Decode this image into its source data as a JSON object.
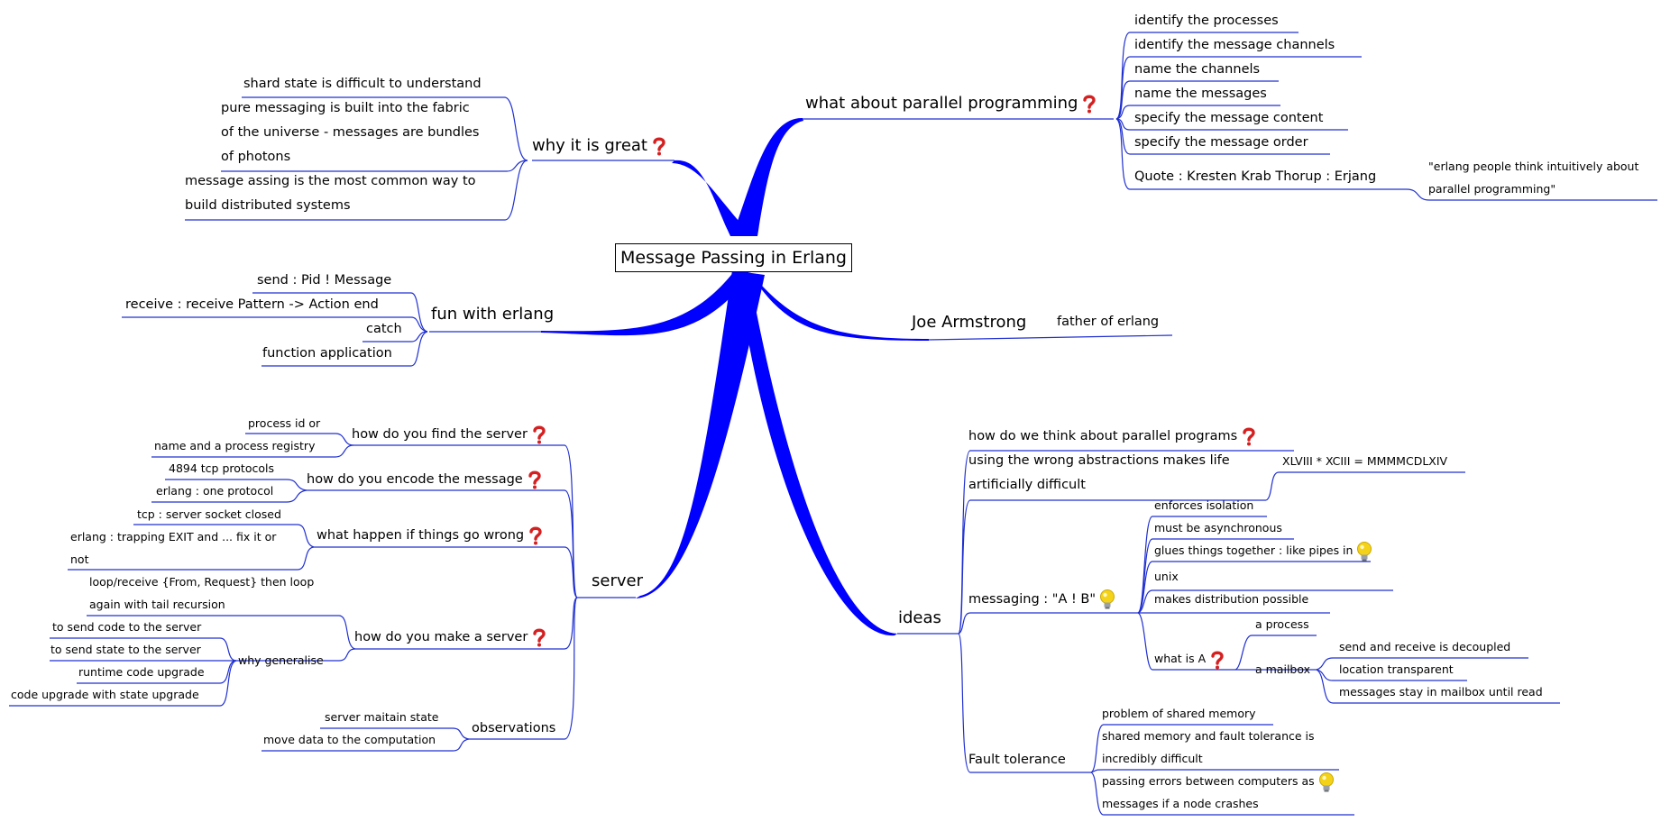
{
  "central": "Message Passing in Erlang",
  "colors": {
    "edge": "#0000ff",
    "thin_edge": "#2030d0",
    "text": "#000000",
    "question": "#d42020",
    "bulb": "#f5d21a"
  },
  "branches": {
    "why_great": {
      "label": "why it is great",
      "icon": "question-icon",
      "items": [
        "shard state is difficult to understand",
        "pure messaging is built into the fabric",
        "of the universe - messages are bundles",
        "of photons",
        "message assing is the most common way to",
        "build distributed systems"
      ]
    },
    "parallel": {
      "label": "what about parallel programming",
      "icon": "question-icon",
      "items": [
        "identify the processes",
        "identify the message channels",
        "name the channels",
        "name the messages",
        "specify the message content",
        "specify the message order",
        "Quote : Kresten Krab Thorup : Erjang"
      ],
      "quote": [
        "\"erlang people think intuitively about",
        "parallel programming\""
      ]
    },
    "fun": {
      "label": "fun with erlang",
      "items": [
        "send : Pid ! Message",
        "receive : receive Pattern -> Action end",
        "catch",
        "function application"
      ]
    },
    "joe": {
      "label": "Joe Armstrong",
      "items": [
        "father of erlang"
      ]
    },
    "server": {
      "label": "server",
      "find": {
        "label": "how do you find the server",
        "icon": "question-icon",
        "items": [
          "process id or",
          "name and a process registry"
        ]
      },
      "encode": {
        "label": "how do you encode the message",
        "icon": "question-icon",
        "items": [
          "4894 tcp protocols",
          "erlang : one protocol"
        ]
      },
      "wrong": {
        "label": "what happen if things go wrong",
        "icon": "question-icon",
        "items": [
          "tcp : server socket closed",
          "erlang : trapping EXIT and ... fix it or",
          "not"
        ]
      },
      "make": {
        "label": "how do you make a server",
        "icon": "question-icon",
        "items": [
          "loop/receive {From, Request} then loop",
          "again with tail recursion"
        ],
        "why": {
          "label": "why generalise",
          "items": [
            "to send code to the server",
            "to send state to the server",
            "runtime code upgrade",
            "code upgrade with state upgrade"
          ]
        }
      },
      "obs": {
        "label": "observations",
        "items": [
          "server maitain state",
          "move data to the computation"
        ]
      }
    },
    "ideas": {
      "label": "ideas",
      "think": {
        "label": "how do we think about parallel programs",
        "icon": "question-icon"
      },
      "wrong_abs": {
        "label": [
          "using the wrong abstractions makes life",
          "artificially difficult"
        ],
        "sub": "XLVIII * XCIII = MMMMCDLXIV"
      },
      "messaging": {
        "label": "messaging : \"A ! B\"",
        "icon": "bulb-icon",
        "items": [
          "enforces isolation",
          "must be asynchronous",
          "glues things together : like pipes in",
          "unix",
          "makes distribution possible"
        ],
        "what_is_a": {
          "label": "what is A",
          "icon": "question-icon",
          "process": "a process",
          "mailbox": {
            "label": "a mailbox",
            "items": [
              "send and receive is decoupled",
              "location transparent",
              "messages stay in mailbox until read"
            ]
          }
        }
      },
      "fault": {
        "label": "Fault tolerance",
        "items": [
          "problem of shared memory",
          "shared memory and fault tolerance is",
          "incredibly difficult",
          "passing errors between computers as",
          "messages if a node crashes"
        ]
      }
    }
  }
}
